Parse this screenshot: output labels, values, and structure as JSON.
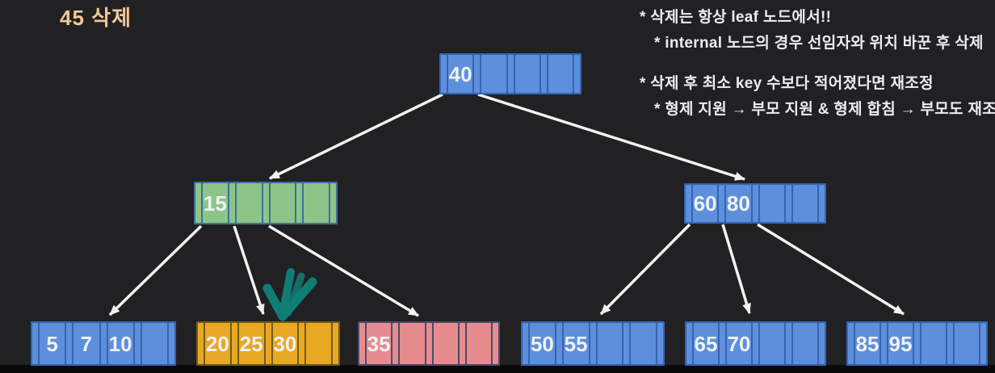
{
  "title": "45 삭제",
  "notes": {
    "items": [
      {
        "text": "* 삭제는 항상 leaf 노드에서!!"
      },
      {
        "text": "* internal 노드의 경우 선임자와 위치 바꾼 후 삭제"
      },
      {
        "text": "* 삭제 후 최소 key 수보다 적어졌다면 재조정"
      },
      {
        "text": "* 형제 지원 → 부모 지원 & 형제 합침 → 부모도 재조정"
      }
    ]
  },
  "tree": {
    "description": "B-tree before deleting key 45; teal arrow marks target leaf",
    "nodes": [
      {
        "id": "root",
        "color": "blue",
        "keys": [
          "40",
          "",
          "",
          ""
        ]
      },
      {
        "id": "n15",
        "color": "green",
        "keys": [
          "15",
          "",
          "",
          ""
        ]
      },
      {
        "id": "n6080",
        "color": "blue",
        "keys": [
          "60",
          "80",
          "",
          ""
        ]
      },
      {
        "id": "leaf1",
        "color": "blue",
        "keys": [
          "5",
          "7",
          "10",
          ""
        ]
      },
      {
        "id": "leaf2",
        "color": "orange",
        "keys": [
          "20",
          "25",
          "30",
          ""
        ]
      },
      {
        "id": "leaf3",
        "color": "pink",
        "keys": [
          "35",
          "",
          "",
          ""
        ]
      },
      {
        "id": "leaf4",
        "color": "blue",
        "keys": [
          "50",
          "55",
          "",
          ""
        ]
      },
      {
        "id": "leaf5",
        "color": "blue",
        "keys": [
          "65",
          "70",
          "",
          ""
        ]
      },
      {
        "id": "leaf6",
        "color": "blue",
        "keys": [
          "85",
          "95",
          "",
          ""
        ]
      }
    ]
  },
  "colors": {
    "background": "#212123",
    "bottom_band": "#0a0a0b",
    "title_color": "#f4c79a",
    "note_color": "#ebedee",
    "key_text": "#eef1f7",
    "edge": "#f2f2f2",
    "highlight_arrow": "#0f7d74",
    "node_blue_fill": "#5e8fda",
    "node_blue_line": "#3464b4",
    "node_green_fill": "#8ec487",
    "node_green_line": "#3a6f9e",
    "node_orange_fill": "#e9a823",
    "node_orange_line": "#6d5c17",
    "node_pink_fill": "#e78c8e",
    "node_pink_line": "#474c6e"
  }
}
